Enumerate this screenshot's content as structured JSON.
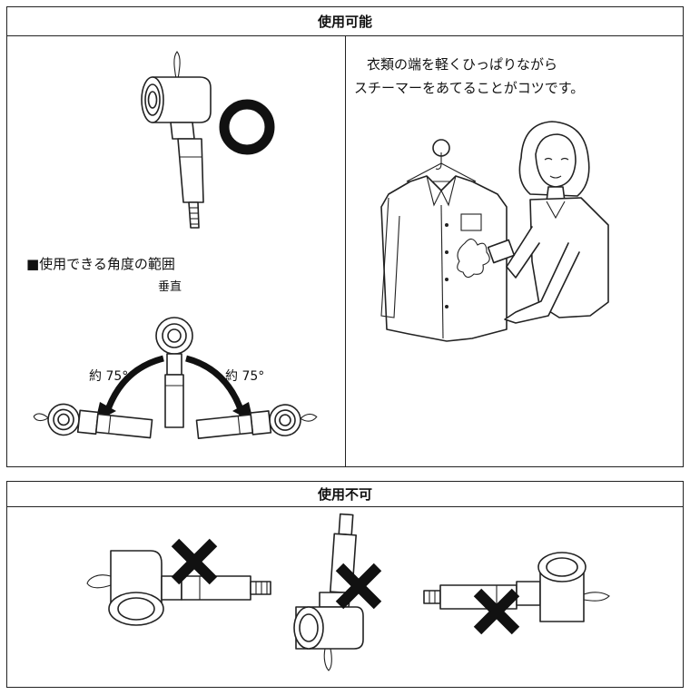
{
  "usable": {
    "title": "使用可能",
    "ok_mark_icon": "circle-ok-icon",
    "angle_section_title": "■使用できる角度の範囲",
    "vertical_label": "垂直",
    "left_angle_label": "約 75°",
    "right_angle_label": "約 75°",
    "tip_line1": "衣類の端を軽くひっぱりながら",
    "tip_line2": "スチーマーをあてることがコツです。"
  },
  "unusable": {
    "title": "使用不可",
    "ng_mark_icon": "cross-ng-icon"
  }
}
